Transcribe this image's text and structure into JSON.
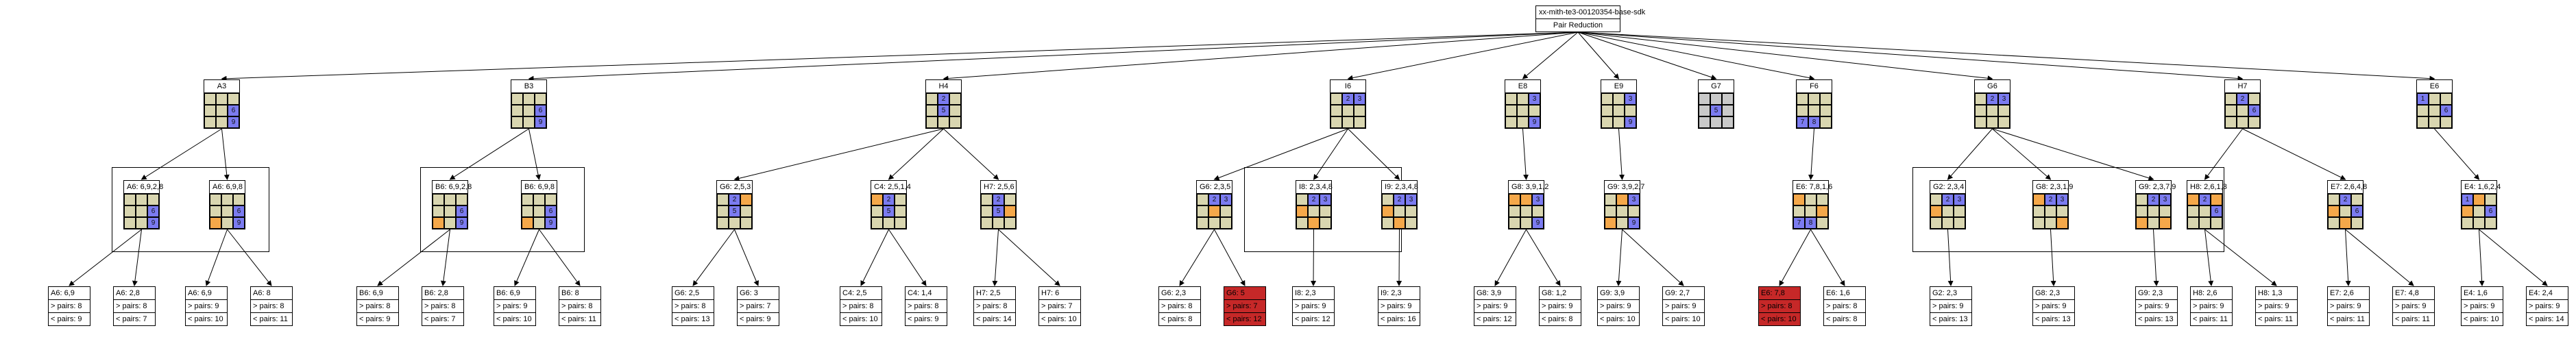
{
  "root": {
    "id": "root",
    "lines": [
      "xx-mith-te3-00120354-base-sdk",
      "Pair Reduction"
    ],
    "kind": "root"
  },
  "nodes": [
    {
      "id": "A3",
      "label": "A3",
      "cells": [
        "",
        "",
        "",
        "",
        "",
        "b",
        "",
        "",
        "b"
      ],
      "nums": [
        "",
        "",
        "",
        "",
        "",
        "6",
        "",
        "",
        "9"
      ]
    },
    {
      "id": "B3",
      "label": "B3",
      "cells": [
        "",
        "",
        "",
        "",
        "",
        "b",
        "",
        "",
        "b"
      ],
      "nums": [
        "",
        "",
        "",
        "",
        "",
        "6",
        "",
        "",
        "9"
      ]
    },
    {
      "id": "H4",
      "label": "H4",
      "cells": [
        "",
        "b",
        "",
        "",
        "b",
        "",
        "",
        "",
        ""
      ],
      "nums": [
        "",
        "2",
        "",
        "",
        "5",
        "",
        "",
        "",
        ""
      ]
    },
    {
      "id": "I6",
      "label": "I6",
      "cells": [
        "",
        "b",
        "b",
        "",
        "",
        "",
        "",
        "",
        ""
      ],
      "nums": [
        "",
        "2",
        "3",
        "",
        "",
        "",
        "",
        "",
        ""
      ]
    },
    {
      "id": "E8",
      "label": "E8",
      "cells": [
        "",
        "",
        "b",
        "",
        "",
        "",
        "",
        "",
        "b"
      ],
      "nums": [
        "",
        "",
        "3",
        "",
        "",
        "",
        "",
        "",
        "9"
      ]
    },
    {
      "id": "E9",
      "label": "E9",
      "cells": [
        "",
        "",
        "b",
        "",
        "",
        "",
        "",
        "",
        "b"
      ],
      "nums": [
        "",
        "",
        "3",
        "",
        "",
        "",
        "",
        "",
        "9"
      ]
    },
    {
      "id": "G7",
      "label": "G7",
      "cells": [
        "g",
        "g",
        "g",
        "g",
        "b",
        "g",
        "g",
        "g",
        "g"
      ],
      "nums": [
        "",
        "",
        "",
        "",
        "5",
        "",
        "",
        "",
        ""
      ]
    },
    {
      "id": "F6",
      "label": "F6",
      "cells": [
        "",
        "",
        "",
        "",
        "",
        "",
        "b",
        "b",
        ""
      ],
      "nums": [
        "",
        "",
        "",
        "",
        "",
        "",
        "7",
        "8",
        ""
      ]
    },
    {
      "id": "G6",
      "label": "G6",
      "cells": [
        "",
        "b",
        "b",
        "",
        "",
        "",
        "",
        "",
        ""
      ],
      "nums": [
        "",
        "2",
        "3",
        "",
        "",
        "",
        "",
        "",
        ""
      ]
    },
    {
      "id": "H7",
      "label": "H7",
      "cells": [
        "",
        "b",
        "",
        "",
        "",
        "b",
        "",
        "",
        ""
      ],
      "nums": [
        "",
        "2",
        "",
        "",
        "",
        "6",
        "",
        "",
        ""
      ]
    },
    {
      "id": "E6",
      "label": "E6",
      "cells": [
        "b",
        "",
        "",
        "",
        "",
        "b",
        "",
        "",
        ""
      ],
      "nums": [
        "1",
        "",
        "",
        "",
        "",
        "6",
        "",
        "",
        ""
      ]
    },
    {
      "id": "A6a",
      "label": "A6: 6,9,2,8",
      "cells": [
        "",
        "",
        "",
        "",
        "",
        "b",
        "",
        "",
        "b"
      ],
      "nums": [
        "",
        "",
        "",
        "",
        "",
        "6",
        "",
        "",
        "9"
      ]
    },
    {
      "id": "A6b",
      "label": "A6: 6,9,8",
      "cells": [
        "",
        "",
        "",
        "",
        "",
        "b",
        "o",
        "",
        "b"
      ],
      "nums": [
        "",
        "",
        "",
        "",
        "",
        "6",
        "",
        "",
        "9"
      ]
    },
    {
      "id": "B6a",
      "label": "B6: 6,9,2,8",
      "cells": [
        "",
        "",
        "",
        "",
        "",
        "b",
        "o",
        "",
        "b"
      ],
      "nums": [
        "",
        "",
        "",
        "",
        "",
        "6",
        "",
        "",
        "9"
      ]
    },
    {
      "id": "B6b",
      "label": "B6: 6,9,8",
      "cells": [
        "",
        "",
        "",
        "",
        "",
        "b",
        "o",
        "",
        "b"
      ],
      "nums": [
        "",
        "",
        "",
        "",
        "",
        "6",
        "",
        "",
        "9"
      ]
    },
    {
      "id": "G6c",
      "label": "G6: 2,5,3",
      "cells": [
        "",
        "b",
        "o",
        "",
        "b",
        "",
        "",
        "",
        ""
      ],
      "nums": [
        "",
        "2",
        "",
        "",
        "5",
        "",
        "",
        "",
        ""
      ]
    },
    {
      "id": "C4",
      "label": "C4: 2,5,1,4",
      "cells": [
        "o",
        "b",
        "",
        "",
        "b",
        "",
        "",
        "",
        ""
      ],
      "nums": [
        "",
        "2",
        "",
        "",
        "5",
        "",
        "",
        "",
        ""
      ]
    },
    {
      "id": "H7b",
      "label": "H7: 2,5,6",
      "cells": [
        "",
        "b",
        "",
        "",
        "b",
        "o",
        "",
        "",
        ""
      ],
      "nums": [
        "",
        "2",
        "",
        "",
        "5",
        "",
        "",
        "",
        ""
      ]
    },
    {
      "id": "G6d",
      "label": "G6: 2,3,5",
      "cells": [
        "",
        "b",
        "b",
        "",
        "o",
        "",
        "",
        "",
        ""
      ],
      "nums": [
        "",
        "2",
        "3",
        "",
        "",
        "",
        "",
        "",
        ""
      ]
    },
    {
      "id": "I8",
      "label": "I8: 2,3,4,8",
      "cells": [
        "",
        "b",
        "b",
        "o",
        "",
        "",
        "",
        "o",
        ""
      ],
      "nums": [
        "",
        "2",
        "3",
        "",
        "",
        "",
        "",
        "",
        ""
      ]
    },
    {
      "id": "I9",
      "label": "I9: 2,3,4,8",
      "cells": [
        "",
        "b",
        "b",
        "o",
        "",
        "",
        "",
        "o",
        ""
      ],
      "nums": [
        "",
        "2",
        "3",
        "",
        "",
        "",
        "",
        "",
        ""
      ]
    },
    {
      "id": "G8",
      "label": "G8: 3,9,1,2",
      "cells": [
        "o",
        "o",
        "b",
        "",
        "",
        "",
        "",
        "",
        "b"
      ],
      "nums": [
        "",
        "",
        "3",
        "",
        "",
        "",
        "",
        "",
        "9"
      ]
    },
    {
      "id": "G9",
      "label": "G9: 3,9,2,7",
      "cells": [
        "",
        "o",
        "b",
        "",
        "",
        "",
        "o",
        "",
        "b"
      ],
      "nums": [
        "",
        "",
        "3",
        "",
        "",
        "",
        "",
        "",
        "9"
      ]
    },
    {
      "id": "E6b",
      "label": "E6: 7,8,1,6",
      "cells": [
        "o",
        "",
        "",
        "",
        "",
        "o",
        "b",
        "b",
        ""
      ],
      "nums": [
        "",
        "",
        "",
        "",
        "",
        "",
        "7",
        "8",
        ""
      ]
    },
    {
      "id": "G2",
      "label": "G2: 2,3,4",
      "cells": [
        "",
        "b",
        "b",
        "o",
        "",
        "",
        "",
        "",
        ""
      ],
      "nums": [
        "",
        "2",
        "3",
        "",
        "",
        "",
        "",
        "",
        ""
      ]
    },
    {
      "id": "G8b",
      "label": "G8: 2,3,1,9",
      "cells": [
        "o",
        "b",
        "b",
        "",
        "",
        "",
        "",
        "",
        "o"
      ],
      "nums": [
        "",
        "2",
        "3",
        "",
        "",
        "",
        "",
        "",
        ""
      ]
    },
    {
      "id": "G9b",
      "label": "G9: 2,3,7,9",
      "cells": [
        "",
        "b",
        "b",
        "",
        "",
        "",
        "o",
        "",
        "o"
      ],
      "nums": [
        "",
        "2",
        "3",
        "",
        "",
        "",
        "",
        "",
        ""
      ]
    },
    {
      "id": "H8",
      "label": "H8: 2,6,1,3",
      "cells": [
        "o",
        "b",
        "o",
        "",
        "",
        "b",
        "",
        "",
        ""
      ],
      "nums": [
        "",
        "2",
        "",
        "",
        "",
        "6",
        "",
        "",
        ""
      ]
    },
    {
      "id": "E7",
      "label": "E7: 2,6,4,8",
      "cells": [
        "",
        "b",
        "",
        "o",
        "",
        "b",
        "",
        "o",
        ""
      ],
      "nums": [
        "",
        "2",
        "",
        "",
        "",
        "6",
        "",
        "",
        ""
      ]
    },
    {
      "id": "E4",
      "label": "E4: 1,6,2,4",
      "cells": [
        "b",
        "o",
        "",
        "o",
        "",
        "b",
        "",
        "",
        ""
      ],
      "nums": [
        "1",
        "",
        "",
        "",
        "",
        "6",
        "",
        "",
        ""
      ]
    }
  ],
  "leaves": [
    {
      "id": "L1",
      "lines": [
        "A6: 6,9",
        "> pairs: 8",
        "< pairs: 9"
      ]
    },
    {
      "id": "L2",
      "lines": [
        "A6: 2,8",
        "> pairs: 8",
        "< pairs: 7"
      ]
    },
    {
      "id": "L3",
      "lines": [
        "A6: 6,9",
        "> pairs: 9",
        "< pairs: 10"
      ]
    },
    {
      "id": "L4",
      "lines": [
        "A6: 8",
        "> pairs: 8",
        "< pairs: 11"
      ]
    },
    {
      "id": "L5",
      "lines": [
        "B6: 6,9",
        "> pairs: 8",
        "< pairs: 9"
      ]
    },
    {
      "id": "L6",
      "lines": [
        "B6: 2,8",
        "> pairs: 8",
        "< pairs: 7"
      ]
    },
    {
      "id": "L7",
      "lines": [
        "B6: 6,9",
        "> pairs: 9",
        "< pairs: 10"
      ]
    },
    {
      "id": "L8",
      "lines": [
        "B6: 8",
        "> pairs: 8",
        "< pairs: 11"
      ]
    },
    {
      "id": "L9",
      "lines": [
        "G6: 2,5",
        "> pairs: 8",
        "< pairs: 13"
      ]
    },
    {
      "id": "L10",
      "lines": [
        "G6: 3",
        "> pairs: 7",
        "< pairs: 9"
      ]
    },
    {
      "id": "L11",
      "lines": [
        "C4: 2,5",
        "> pairs: 8",
        "< pairs: 10"
      ]
    },
    {
      "id": "L12",
      "lines": [
        "C4: 1,4",
        "> pairs: 8",
        "< pairs: 9"
      ]
    },
    {
      "id": "L13",
      "lines": [
        "H7: 2,5",
        "> pairs: 8",
        "< pairs: 14"
      ]
    },
    {
      "id": "L14",
      "lines": [
        "H7: 6",
        "> pairs: 7",
        "< pairs: 10"
      ]
    },
    {
      "id": "L15",
      "lines": [
        "G6: 2,3",
        "> pairs: 8",
        "< pairs: 8"
      ]
    },
    {
      "id": "L16",
      "lines": [
        "G6: 5",
        "> pairs: 7",
        "< pairs: 12"
      ],
      "red": true
    },
    {
      "id": "L17",
      "lines": [
        "I8: 2,3",
        "> pairs: 9",
        "< pairs: 12"
      ]
    },
    {
      "id": "L18",
      "lines": [
        "I9: 2,3",
        "> pairs: 9",
        "< pairs: 16"
      ]
    },
    {
      "id": "L19",
      "lines": [
        "G8: 3,9",
        "> pairs: 9",
        "< pairs: 12"
      ]
    },
    {
      "id": "L20",
      "lines": [
        "G8: 1,2",
        "> pairs: 9",
        "< pairs: 8"
      ]
    },
    {
      "id": "L21",
      "lines": [
        "G9: 3,9",
        "> pairs: 9",
        "< pairs: 10"
      ]
    },
    {
      "id": "L22",
      "lines": [
        "G9: 2,7",
        "> pairs: 9",
        "< pairs: 10"
      ]
    },
    {
      "id": "L23",
      "lines": [
        "E6: 7,8",
        "> pairs: 8",
        "< pairs: 10"
      ],
      "red": true
    },
    {
      "id": "L24",
      "lines": [
        "E6: 1,6",
        "> pairs: 8",
        "< pairs: 8"
      ]
    },
    {
      "id": "L25",
      "lines": [
        "G2: 2,3",
        "> pairs: 9",
        "< pairs: 13"
      ]
    },
    {
      "id": "L26",
      "lines": [
        "G8: 2,3",
        "> pairs: 9",
        "< pairs: 13"
      ]
    },
    {
      "id": "L27",
      "lines": [
        "G9: 2,3",
        "> pairs: 9",
        "< pairs: 13"
      ]
    },
    {
      "id": "L28",
      "lines": [
        "H8: 2,6",
        "> pairs: 9",
        "< pairs: 11"
      ]
    },
    {
      "id": "L29",
      "lines": [
        "H8: 1,3",
        "> pairs: 9",
        "< pairs: 11"
      ]
    },
    {
      "id": "L30",
      "lines": [
        "E7: 2,6",
        "> pairs: 9",
        "< pairs: 11"
      ]
    },
    {
      "id": "L31",
      "lines": [
        "E7: 4,8",
        "> pairs: 9",
        "< pairs: 11"
      ]
    },
    {
      "id": "L32",
      "lines": [
        "E4: 1,6",
        "> pairs: 9",
        "< pairs: 10"
      ]
    },
    {
      "id": "L33",
      "lines": [
        "E4: 2,4",
        "> pairs: 9",
        "< pairs: 14"
      ]
    }
  ],
  "edges": [
    [
      "root",
      "A3"
    ],
    [
      "root",
      "B3"
    ],
    [
      "root",
      "H4"
    ],
    [
      "root",
      "I6"
    ],
    [
      "root",
      "E8"
    ],
    [
      "root",
      "E9"
    ],
    [
      "root",
      "G7"
    ],
    [
      "root",
      "F6"
    ],
    [
      "root",
      "G6"
    ],
    [
      "root",
      "H7"
    ],
    [
      "root",
      "E6"
    ],
    [
      "A3",
      "A6a"
    ],
    [
      "A3",
      "A6b"
    ],
    [
      "B3",
      "B6a"
    ],
    [
      "B3",
      "B6b"
    ],
    [
      "H4",
      "G6c"
    ],
    [
      "H4",
      "C4"
    ],
    [
      "H4",
      "H7b"
    ],
    [
      "I6",
      "G6d"
    ],
    [
      "I6",
      "I8"
    ],
    [
      "I6",
      "I9"
    ],
    [
      "E8",
      "G8"
    ],
    [
      "E9",
      "G9"
    ],
    [
      "F6",
      "E6b"
    ],
    [
      "G6",
      "G2"
    ],
    [
      "G6",
      "G8b"
    ],
    [
      "G6",
      "G9b"
    ],
    [
      "H7",
      "H8"
    ],
    [
      "H7",
      "E7"
    ],
    [
      "E6",
      "E4"
    ],
    [
      "A6a",
      "L1"
    ],
    [
      "A6a",
      "L2"
    ],
    [
      "A6b",
      "L3"
    ],
    [
      "A6b",
      "L4"
    ],
    [
      "B6a",
      "L5"
    ],
    [
      "B6a",
      "L6"
    ],
    [
      "B6b",
      "L7"
    ],
    [
      "B6b",
      "L8"
    ],
    [
      "G6c",
      "L9"
    ],
    [
      "G6c",
      "L10"
    ],
    [
      "C4",
      "L11"
    ],
    [
      "C4",
      "L12"
    ],
    [
      "H7b",
      "L13"
    ],
    [
      "H7b",
      "L14"
    ],
    [
      "G6d",
      "L15"
    ],
    [
      "G6d",
      "L16"
    ],
    [
      "I8",
      "L17"
    ],
    [
      "I9",
      "L18"
    ],
    [
      "G8",
      "L19"
    ],
    [
      "G8",
      "L20"
    ],
    [
      "G9",
      "L21"
    ],
    [
      "G9",
      "L22"
    ],
    [
      "E6b",
      "L23"
    ],
    [
      "E6b",
      "L24"
    ],
    [
      "G2",
      "L25"
    ],
    [
      "G8b",
      "L26"
    ],
    [
      "G9b",
      "L27"
    ],
    [
      "H8",
      "L28"
    ],
    [
      "H8",
      "L29"
    ],
    [
      "E7",
      "L30"
    ],
    [
      "E7",
      "L31"
    ],
    [
      "E4",
      "L32"
    ],
    [
      "E4",
      "L33"
    ]
  ],
  "colors": {
    "blue": "#7b7bf0",
    "orange": "#f5a84a",
    "khaki": "#d9d6b0",
    "grey": "#c9c9c9",
    "red": "#c62828"
  }
}
